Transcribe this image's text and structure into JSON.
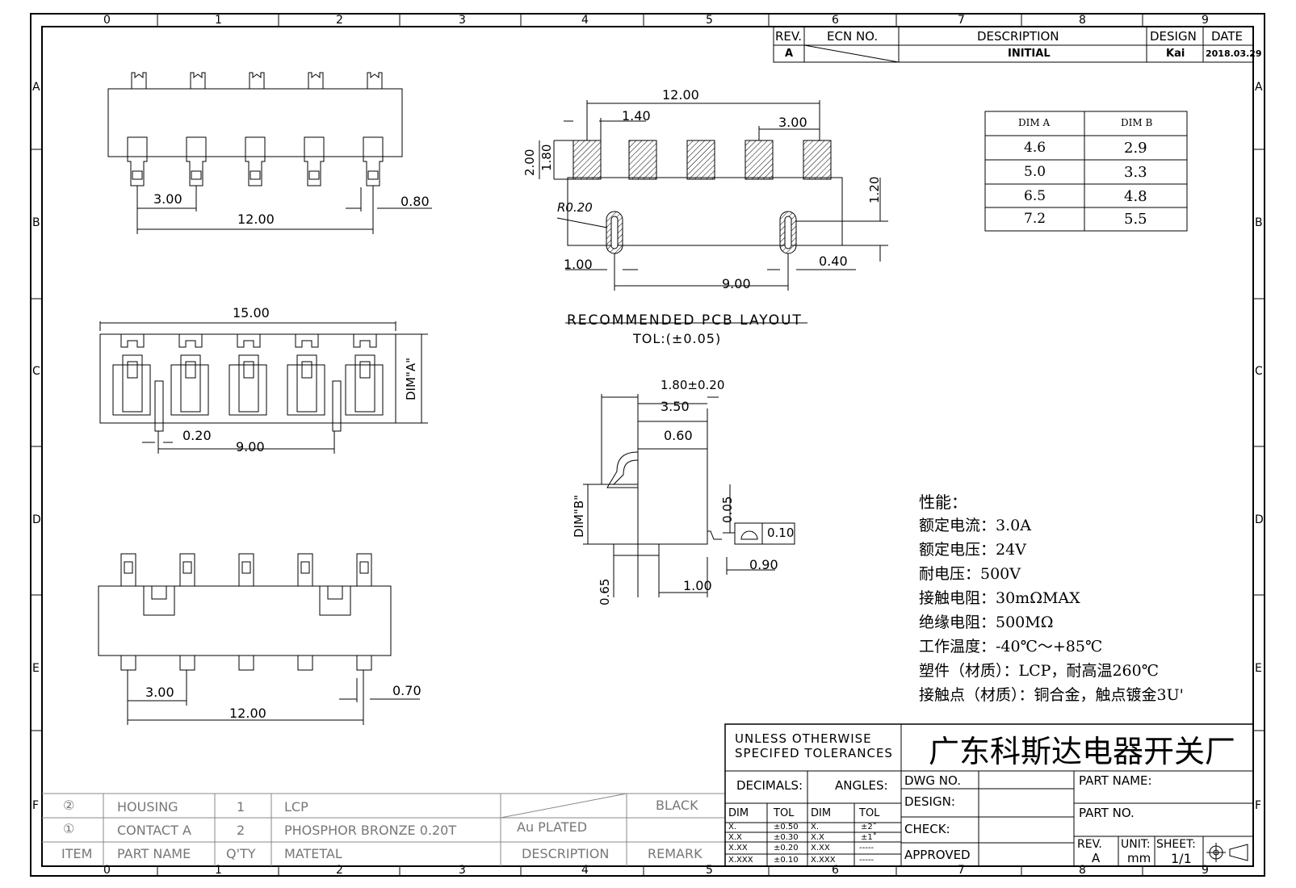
{
  "frame": {
    "columns": [
      "0",
      "1",
      "2",
      "3",
      "4",
      "5",
      "6",
      "7",
      "8",
      "9"
    ],
    "rows": [
      "A",
      "B",
      "C",
      "D",
      "E",
      "F"
    ]
  },
  "revision_block": {
    "headers": {
      "rev": "REV.",
      "ecn": "ECN NO.",
      "description": "DESCRIPTION",
      "design": "DESIGN",
      "date": "DATE"
    },
    "row": {
      "rev": "A",
      "description": "INITIAL",
      "design": "Kai",
      "date": "2018.03.29"
    }
  },
  "dim_table": {
    "headers": [
      "DIM A",
      "DIM B"
    ],
    "rows": [
      [
        "4.6",
        "2.9"
      ],
      [
        "5.0",
        "3.3"
      ],
      [
        "6.5",
        "4.8"
      ],
      [
        "7.2",
        "5.5"
      ]
    ]
  },
  "top_view": {
    "pitch": "3.00",
    "span": "12.00",
    "pin_width": "0.80"
  },
  "front_view": {
    "length": "15.00",
    "dim_a": "DIM\"A\"",
    "post_width": "0.20",
    "post_span": "9.00"
  },
  "bottom_view": {
    "pitch": "3.00",
    "span": "12.00",
    "pin_width": "0.70"
  },
  "pcb_layout": {
    "span": "12.00",
    "pad_width": "1.40",
    "pitch": "3.00",
    "pad_outer": "2.00",
    "pad_inner": "1.80",
    "offset": "1.20",
    "radius": "R0.20",
    "slot_width": "1.00",
    "slot_gap": "0.40",
    "slot_span": "9.00",
    "title": "RECOMMENDED PCB LAYOUT",
    "tolerance": "TOL:(±0.05)"
  },
  "side_view": {
    "top_dim": "1.80±0.20",
    "width": "3.50",
    "lip": "0.60",
    "dim_b": "DIM\"B\"",
    "flat": "0.05",
    "flatness_tol": "0.10",
    "foot": "0.90",
    "stand": "0.65",
    "base": "1.00"
  },
  "specs": {
    "title": "性能：",
    "lines": [
      "额定电流：3.0A",
      "额定电压：24V",
      "耐电压：500V",
      "接触电阻：30mΩMAX",
      "绝缘电阻：500MΩ",
      "工作温度：-40℃～+85℃",
      "塑件（材质）：LCP，耐高温260℃",
      "接触点（材质）：铜合金，触点镀金3U'"
    ]
  },
  "bom": {
    "rows": [
      {
        "item": "②",
        "part": "HOUSING",
        "qty": "1",
        "material": "LCP",
        "description": "",
        "remark": "BLACK"
      },
      {
        "item": "①",
        "part": "CONTACT A",
        "qty": "2",
        "material": "PHOSPHOR BRONZE 0.20T",
        "description": "Au PLATED",
        "remark": ""
      }
    ],
    "headers": {
      "item": "ITEM",
      "part": "PART NAME",
      "qty": "Q'TY",
      "material": "MATETAL",
      "description": "DESCRIPTION",
      "remark": "REMARK"
    }
  },
  "title_block": {
    "note_line1": "UNLESS OTHERWISE",
    "note_line2": "SPECIFED TOLERANCES",
    "company": "广东科斯达电器开关厂",
    "decimals": "DECIMALS:",
    "angles": "ANGLES:",
    "dim_header": "DIM",
    "tol_header": "TOL",
    "linear_tol": [
      [
        "X.",
        "±0.50"
      ],
      [
        "X.X",
        "±0.30"
      ],
      [
        "X.XX",
        "±0.20"
      ],
      [
        "X.XXX",
        "±0.10"
      ]
    ],
    "angle_tol": [
      [
        "X.",
        "±2˚"
      ],
      [
        "X.X",
        "±1˚"
      ],
      [
        "X.XX",
        "-----"
      ],
      [
        "X.XXX",
        "-----"
      ]
    ],
    "dwg_no": "DWG NO.",
    "design": "DESIGN:",
    "check": "CHECK:",
    "approved": "APPROVED",
    "part_name": "PART NAME:",
    "part_no": "PART NO.",
    "rev_label": "REV.",
    "rev": "A",
    "unit_label": "UNIT:",
    "unit": "mm",
    "sheet_label": "SHEET:",
    "sheet": "1/1"
  }
}
